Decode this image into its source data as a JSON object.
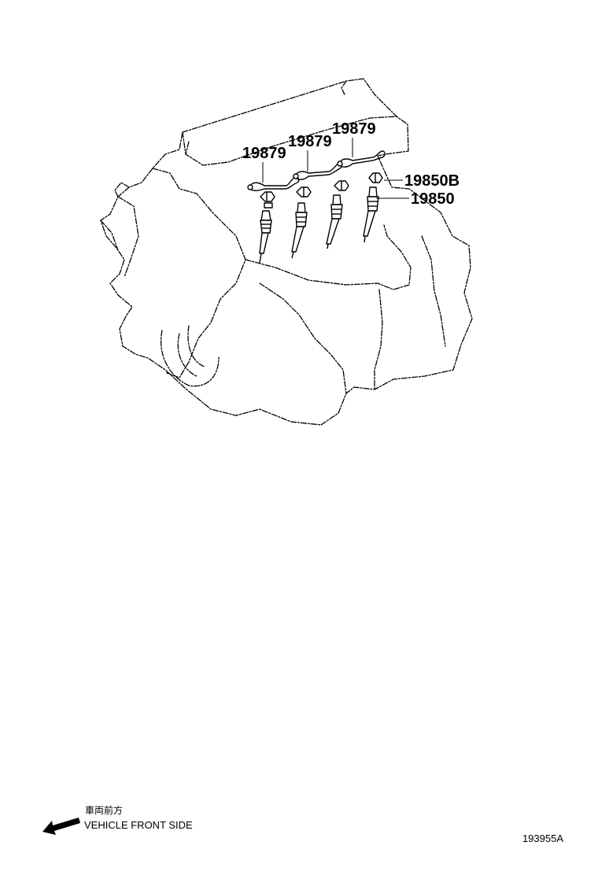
{
  "callouts": {
    "wire_left": "19879",
    "wire_middle": "19879",
    "wire_right": "19879",
    "nut": "19850B",
    "glow_plug": "19850"
  },
  "legend": {
    "direction_jp": "車両前方",
    "direction_en": "VEHICLE FRONT SIDE",
    "arrow_icon": "left-down-arrow-icon"
  },
  "reference_code": "193955A"
}
